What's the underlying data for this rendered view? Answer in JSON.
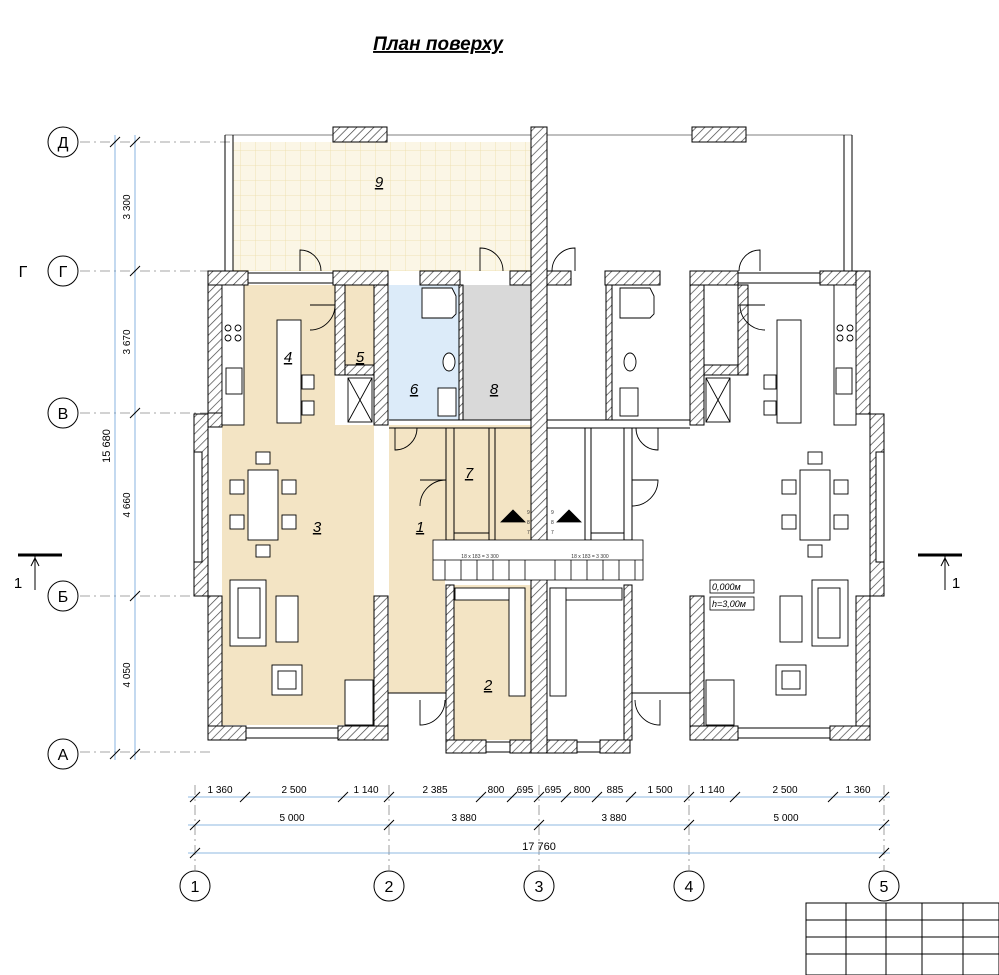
{
  "title": "План поверху",
  "axes": {
    "letters": [
      "Д",
      "Г",
      "В",
      "Б",
      "А"
    ],
    "numbers": [
      "1",
      "2",
      "3",
      "4",
      "5"
    ],
    "side_mark": "Г"
  },
  "vertical_dims": {
    "segments": [
      "3 300",
      "3 670",
      "4 660",
      "4 050"
    ],
    "total": "15 680"
  },
  "horizontal_dims": {
    "row1": [
      "1 360",
      "2 500",
      "1 140",
      "2 385",
      "800",
      "695",
      "695",
      "800",
      "885",
      "1 500",
      "1 140",
      "2 500",
      "1 360"
    ],
    "row2": [
      "5 000",
      "3 880",
      "3 880",
      "5 000"
    ],
    "total": "17 760"
  },
  "rooms": {
    "r1": "1",
    "r2": "2",
    "r3": "3",
    "r4": "4",
    "r5": "5",
    "r6": "6",
    "r7": "7",
    "r8": "8",
    "r9": "9"
  },
  "stairs": {
    "left_label": "18 x 183 = 3 300",
    "right_label": "18 x 183 = 3 300",
    "steps": [
      "9",
      "8",
      "7"
    ]
  },
  "section": {
    "left": "1",
    "right": "1"
  },
  "elevation": {
    "level": "0,000м",
    "height": "h=3,00м"
  },
  "colors": {
    "beige": "#f3e4c4",
    "blue": "#dcebf9",
    "gray": "#d9d9d9",
    "terrace_grid": "#efe3b8",
    "dim_line": "#6aa0d8"
  }
}
